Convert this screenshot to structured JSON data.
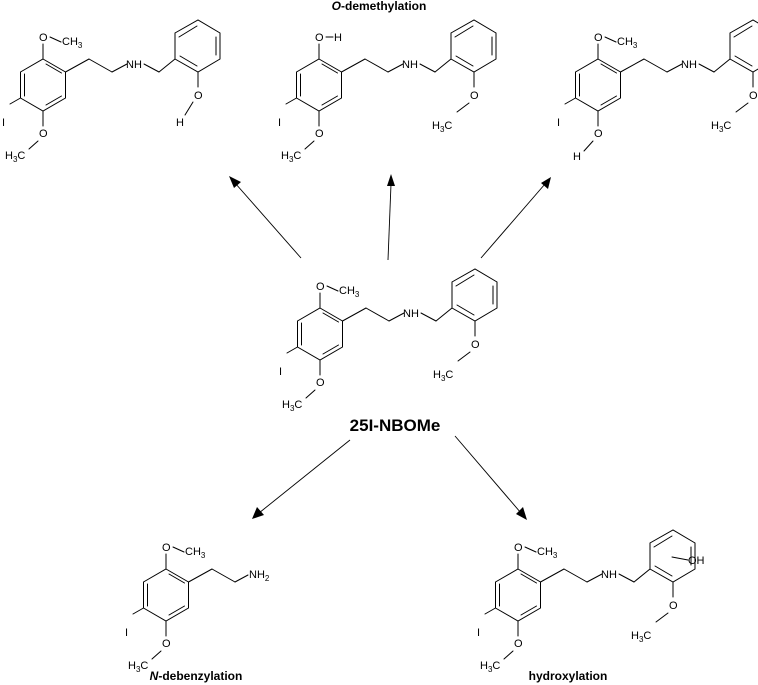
{
  "labels": {
    "top": "O-demethylation",
    "top_italic": "O",
    "top_rest": "-demethylation",
    "center": "25I-NBOMe",
    "bottom_left_italic": "N",
    "bottom_left_rest": "-debenzylation",
    "bottom_right": "hydroxylation"
  },
  "atoms": {
    "O": "O",
    "H": "H",
    "I": "I",
    "NH": "NH",
    "N": "N",
    "C": "C",
    "CH3_main": "CH",
    "sub3": "3",
    "H3C_H": "H",
    "H3C_C": "C",
    "sub2": "2",
    "OH": "OH"
  }
}
